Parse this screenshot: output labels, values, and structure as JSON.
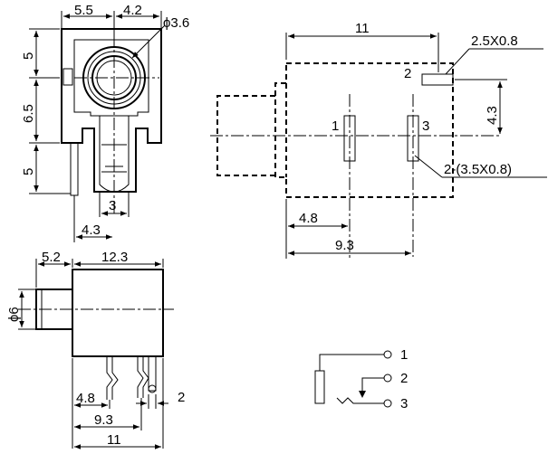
{
  "front_view": {
    "dim_top_left": "5.5",
    "dim_top_right": "4.2",
    "dim_diameter": "ϕ3.6",
    "dim_left_1": "5",
    "dim_left_2": "6.5",
    "dim_left_3": "5",
    "dim_pin": "3",
    "dim_bottom": "4.3"
  },
  "side_view": {
    "dim_top_left": "5.2",
    "dim_top_right": "12.3",
    "dim_diameter": "ϕ6",
    "dim_pin_offset": "4.8",
    "dim_pin_width": "2",
    "dim_lower": "9.3",
    "dim_total": "11"
  },
  "pcb_layout": {
    "dim_total": "11",
    "dim_pad2": "2.5X0.8",
    "label_pad2": "2",
    "dim_vertical": "4.3",
    "label_pad1": "1",
    "label_pad3": "3",
    "dim_pads13": "2-(3.5X0.8)",
    "dim_48": "4.8",
    "dim_93": "9.3"
  },
  "schematic": {
    "pin1": "1",
    "pin2": "2",
    "pin3": "3"
  }
}
